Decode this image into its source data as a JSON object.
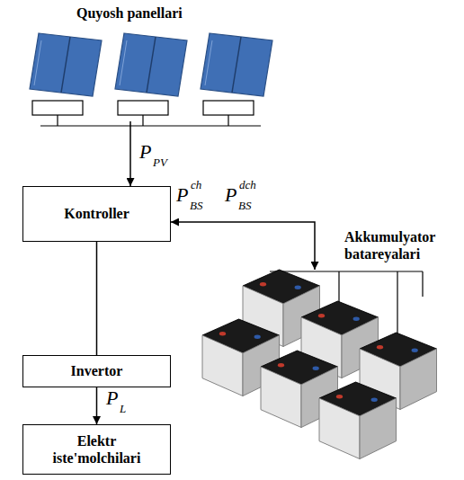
{
  "diagram": {
    "nodes": [
      {
        "text": [
          "Quyosh panellari"
        ]
      },
      {
        "text": [
          "Kontroller"
        ]
      },
      {
        "text": [
          "Akkumulyator batareyalari"
        ]
      },
      {
        "text": [
          "Invertor"
        ]
      },
      {
        "text": [
          "Elektr iste'molchilari"
        ]
      }
    ],
    "edges": [
      {
        "from": 0,
        "to": 1,
        "arrow": "to"
      },
      {
        "from": 2,
        "to": 1,
        "arrow": "both"
      },
      {
        "from": 1,
        "to": 3,
        "arrow": "none"
      },
      {
        "from": 3,
        "to": 4,
        "arrow": "to"
      }
    ],
    "labels": [
      "P",
      "PV",
      "P",
      "BS",
      "ch",
      "P",
      "BS",
      "dch",
      "P",
      "L"
    ]
  }
}
